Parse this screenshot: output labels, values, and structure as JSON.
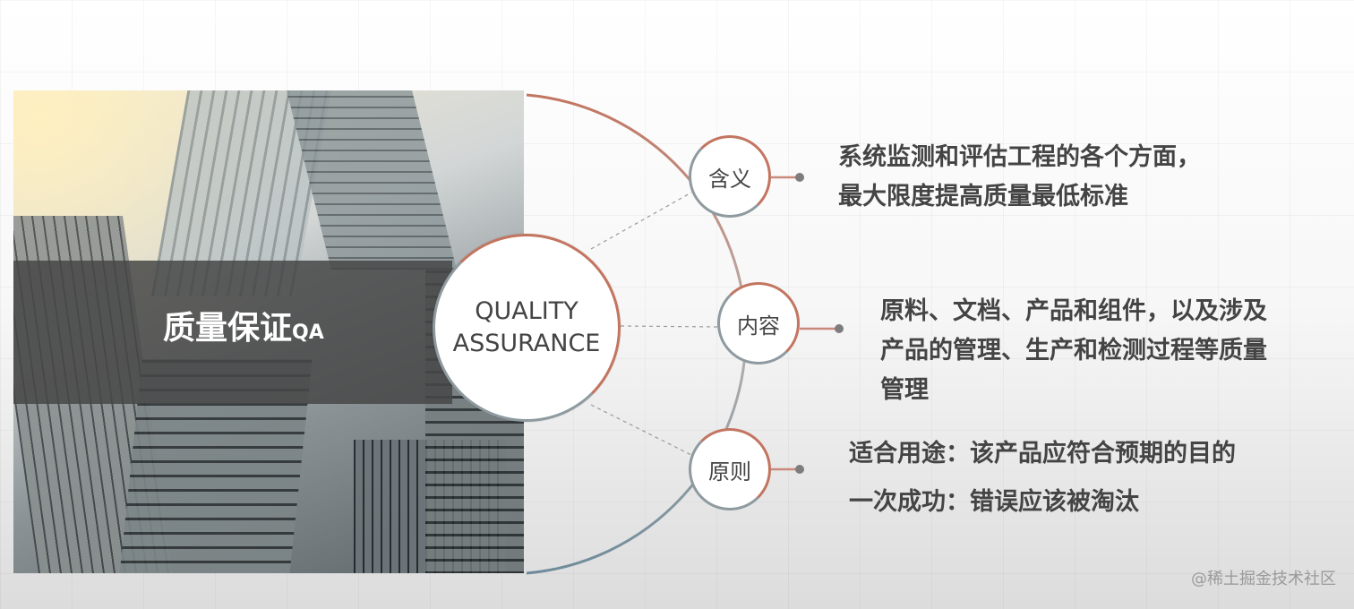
{
  "banner": {
    "title": "质量保证",
    "title_suffix": "QA"
  },
  "center": {
    "line1": "QUALITY",
    "line2": "ASSURANCE"
  },
  "nodes": [
    {
      "label": "含义",
      "lines": [
        "系统监测和评估工程的各个方面，",
        "最大限度提高质量最低标准"
      ]
    },
    {
      "label": "内容",
      "lines": [
        "原料、文档、产品和组件，以及涉及",
        "产品的管理、生产和检测过程等质量",
        "管理"
      ]
    },
    {
      "label": "原则",
      "lines": [
        "适合用途：该产品应符合预期的目的",
        "一次成功：错误应该被淘汰"
      ]
    }
  ],
  "watermark": "@稀土掘金技术社区",
  "colors": {
    "accent_top": "#c27560",
    "accent_bottom": "#6f8b9a",
    "text": "#444444",
    "banner": "#464646"
  }
}
